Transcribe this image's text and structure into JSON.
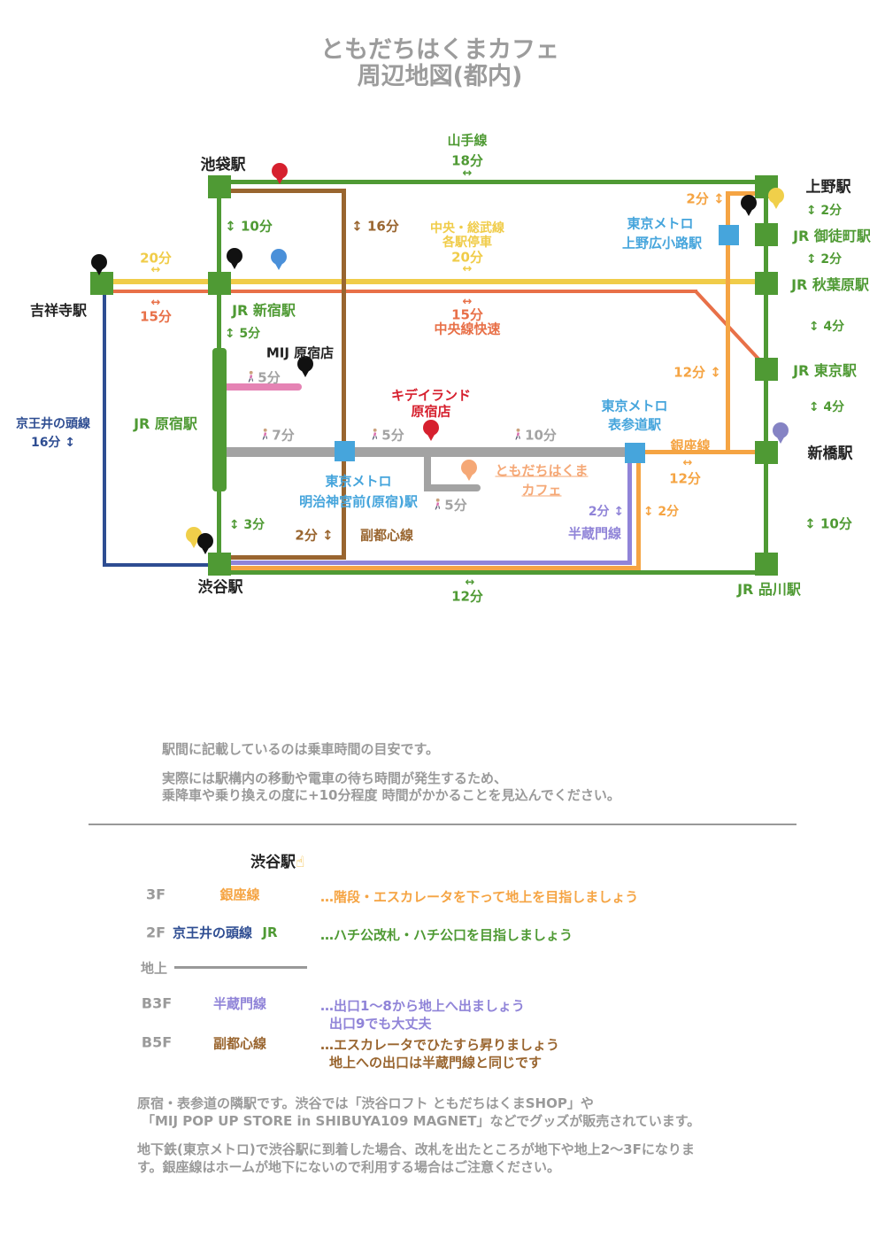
{
  "title": {
    "line1": "ともだちはくまカフェ",
    "line2": "周辺地図(都内)"
  },
  "symbols": {
    "arrow_h": "↔",
    "arrow_v": "↕",
    "pointer": "☝"
  },
  "colors": {
    "jr_green": "#4f9a34",
    "sobu_yellow": "#f0cc49",
    "chuo_orange": "#e87048",
    "ginza_orange": "#f5a443",
    "keio_navy": "#2e4d92",
    "fukutoshin_brown": "#99652f",
    "hanzomon_purple": "#9084d8",
    "metro_blue": "#46a5dc",
    "walk_gray": "#a3a3a3",
    "label_gray": "#9a9a9a",
    "title_gray": "#9c9c9c",
    "pink": "#e583b4",
    "cafe_peach": "#f5a876",
    "kiddy_red": "#d6202e",
    "pin_black": "#111111",
    "pin_blue": "#4a90d9",
    "pin_yellow": "#f0cf4a",
    "pin_purple": "#8583c4",
    "text_black": "#222222",
    "pointer_yellow": "#f0b52e"
  },
  "map": {
    "stations": {
      "ikebukuro": "池袋駅",
      "ueno": "上野駅",
      "kichijoji": "吉祥寺駅",
      "shinjuku": "JR 新宿駅",
      "harajuku": "JR 原宿駅",
      "okachimachi": "JR 御徒町駅",
      "akihabara": "JR 秋葉原駅",
      "tokyo": "JR 東京駅",
      "shimbashi": "新橋駅",
      "shinagawa": "JR 品川駅",
      "shibuya": "渋谷駅",
      "ueno_hirokoji": [
        "東京メトロ",
        "上野広小路駅"
      ],
      "omotesando": [
        "東京メトロ",
        "表参道駅"
      ],
      "meiji_jingumae": [
        "東京メトロ",
        "明治神宮前(原宿)駅"
      ]
    },
    "pois": {
      "mij": "MIJ 原宿店",
      "kiddyland": [
        "キデイランド",
        "原宿店"
      ],
      "cafe": [
        "ともだちはくま",
        "カフェ"
      ]
    },
    "lines": {
      "yamanote": "山手線",
      "sobu": [
        "中央・総武線",
        "各駅停車"
      ],
      "chuo_rapid": "中央線快速",
      "keio": "京王井の頭線",
      "ginza": "銀座線",
      "hanzomon": "半蔵門線",
      "fukutoshin": "副都心線"
    },
    "times": {
      "yamanote_top": "18分",
      "ikebukuro_shinjuku": "↕ 10分",
      "fukutoshin_ik_mj": "↕ 16分",
      "sobu": "20分",
      "chuo": "15分",
      "kichijoji_sobu": "20分",
      "kichijoji_chuo": "15分",
      "keio": "16分 ↕",
      "shinjuku_harajuku": "↕ 5分",
      "harajuku_shibuya": "↕ 3分",
      "ueno_hirokoji": "2分 ↕",
      "ueno_okachimachi": "↕ 2分",
      "okachimachi_akihabara": "↕ 2分",
      "akihabara_tokyo": "↕ 4分",
      "tokyo_shimbashi": "↕ 4分",
      "shimbashi_shinagawa": "↕ 10分",
      "ginza_north": "12分 ↕",
      "ginza_mid": "12分",
      "ginza_south": "↕ 2分",
      "hanzomon": "2分 ↕",
      "fukutoshin": "2分 ↕",
      "shibuya_shinagawa": "12分",
      "walk_mij": "5分",
      "walk_meiji": "7分",
      "walk_kiddy": "5分",
      "walk_omotesando": "10分",
      "walk_cafe": "5分"
    }
  },
  "notes": [
    "駅間に記載しているのは乗車時間の目安です。",
    "実際には駅構内の移動や電車の待ち時間が発生するため、",
    "乗降車や乗り換えの度に+10分程度 時間がかかることを見込んでください。"
  ],
  "shibuya_guide": {
    "title": "渋谷駅",
    "rows": [
      {
        "floor": "3F",
        "line1": "銀座線",
        "desc1": "…階段・エスカレータを下って地上を目指しましょう"
      },
      {
        "floor": "2F",
        "line1": "京王井の頭線",
        "line2": "JR",
        "desc1": "…ハチ公改札・ハチ公口を目指しましょう"
      },
      {
        "floor": "地上"
      },
      {
        "floor": "B3F",
        "line1": "半蔵門線",
        "desc1": "…出口1〜8から地上へ出ましょう",
        "desc2": "出口9でも大丈夫"
      },
      {
        "floor": "B5F",
        "line1": "副都心線",
        "desc1": "…エスカレータでひたすら昇りましょう",
        "desc2": "地上への出口は半蔵門線と同じです"
      }
    ]
  },
  "footer": [
    "原宿・表参道の隣駅です。渋谷では「渋谷ロフト ともだちはくまSHOP」や",
    "「MIJ POP UP STORE in SHIBUYA109 MAGNET」などでグッズが販売されています。",
    "地下鉄(東京メトロ)で渋谷駅に到着した場合、改札を出たところが地下や地上2〜3Fになりま",
    "す。銀座線はホームが地下にないので利用する場合はご注意ください。"
  ]
}
